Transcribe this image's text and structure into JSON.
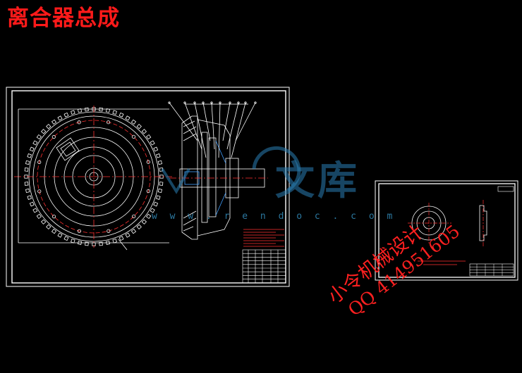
{
  "title": "离合器总成",
  "watermark": {
    "brand_text": "文库",
    "url_text": "w w w . r e n d o c . c o m",
    "stamp_line1": "小令机械设计",
    "stamp_line2": "QQ 414951605"
  },
  "colors": {
    "background": "#000000",
    "title": "#ff1a1a",
    "frame": "#ffffff",
    "centerline": "#ff2a2a",
    "watermark_blue": "#2a7fb4"
  }
}
